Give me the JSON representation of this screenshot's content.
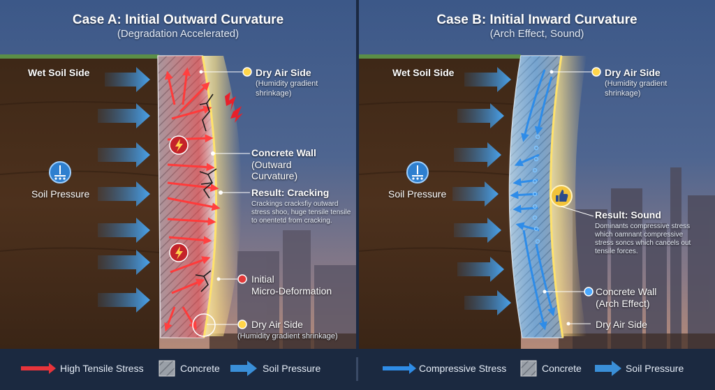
{
  "case_a": {
    "title": "Case A: Initial Outward Curvature",
    "subtitle": "(Degradation Accelerated)",
    "wet_soil_side": "Wet Soil Side",
    "soil_pressure": "Soil Pressure",
    "dry_air_side_top": "Dry Air Side",
    "dry_air_side_top_note": [
      "(Humidity gradient",
      "shrinkage)"
    ],
    "concrete_wall": [
      "Concrete Wall",
      "(Outward",
      "Curvature)"
    ],
    "result_title": "Result: Cracking",
    "result_note": "Crackings cracksfiy outward stress shoo, huge tensile tensile to onentetd from cracking.",
    "initial_deformation": [
      "Initial",
      "Micro-Deformation"
    ],
    "dry_air_side_bottom": "Dry Air Side",
    "dry_air_side_bottom_note": "(Humidity gradient shrinkage)"
  },
  "case_b": {
    "title": "Case B: Initial Inward Curvature",
    "subtitle": "(Arch Effect, Sound)",
    "wet_soil_side": "Wet Soil Side",
    "soil_pressure": "Soil Pressure",
    "dry_air_side_top": "Dry Air Side",
    "dry_air_side_top_note": [
      "(Humidity gradient",
      "shrinkage)"
    ],
    "result_title": "Result: Sound",
    "result_note": "Dominants compressive stress which oamnant compressive stress soncs which cancels out tensile forces.",
    "concrete_wall": [
      "Concrete Wall",
      "(Arch Effect)"
    ],
    "dry_air_side_bottom": "Dry Air Side"
  },
  "legend_a": {
    "items": [
      "High Tensile Stress",
      "Concrete",
      "Soil Pressure"
    ]
  },
  "legend_b": {
    "items": [
      "Compressive Stress",
      "Concrete",
      "Soil Pressure"
    ]
  },
  "colors": {
    "sky_top": "#3b5787",
    "soil": "#4a2f1d",
    "tensile_red": "#e8343b",
    "compressive_blue": "#2f8ce6",
    "soil_arrow_blue": "#3a8fd8",
    "dry_glow": "#ffe48a",
    "legend_bg": "#1b2940"
  },
  "icons": {
    "soil_pressure": "soil-pressure-icon",
    "lightning": "lightning-icon",
    "thumbs_up": "thumbs-up-icon",
    "marker": "marker-dot-icon"
  }
}
